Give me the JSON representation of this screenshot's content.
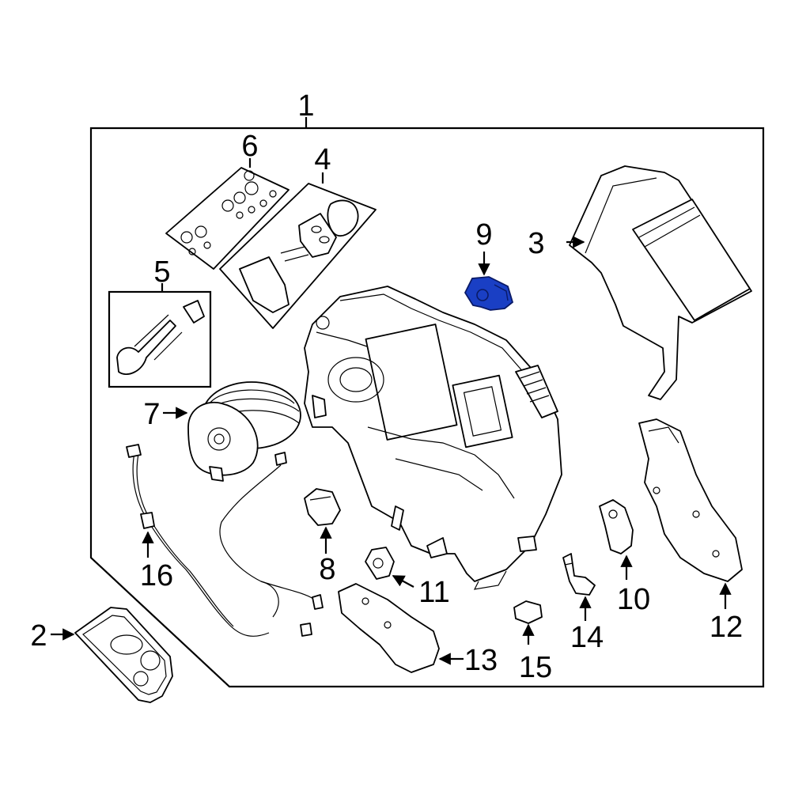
{
  "highlight_color": "#1a3fc4",
  "callouts": {
    "c1": "1",
    "c2": "2",
    "c3": "3",
    "c4": "4",
    "c5": "5",
    "c6": "6",
    "c7": "7",
    "c8": "8",
    "c9": "9",
    "c10": "10",
    "c11": "11",
    "c12": "12",
    "c13": "13",
    "c14": "14",
    "c15": "15",
    "c16": "16"
  }
}
